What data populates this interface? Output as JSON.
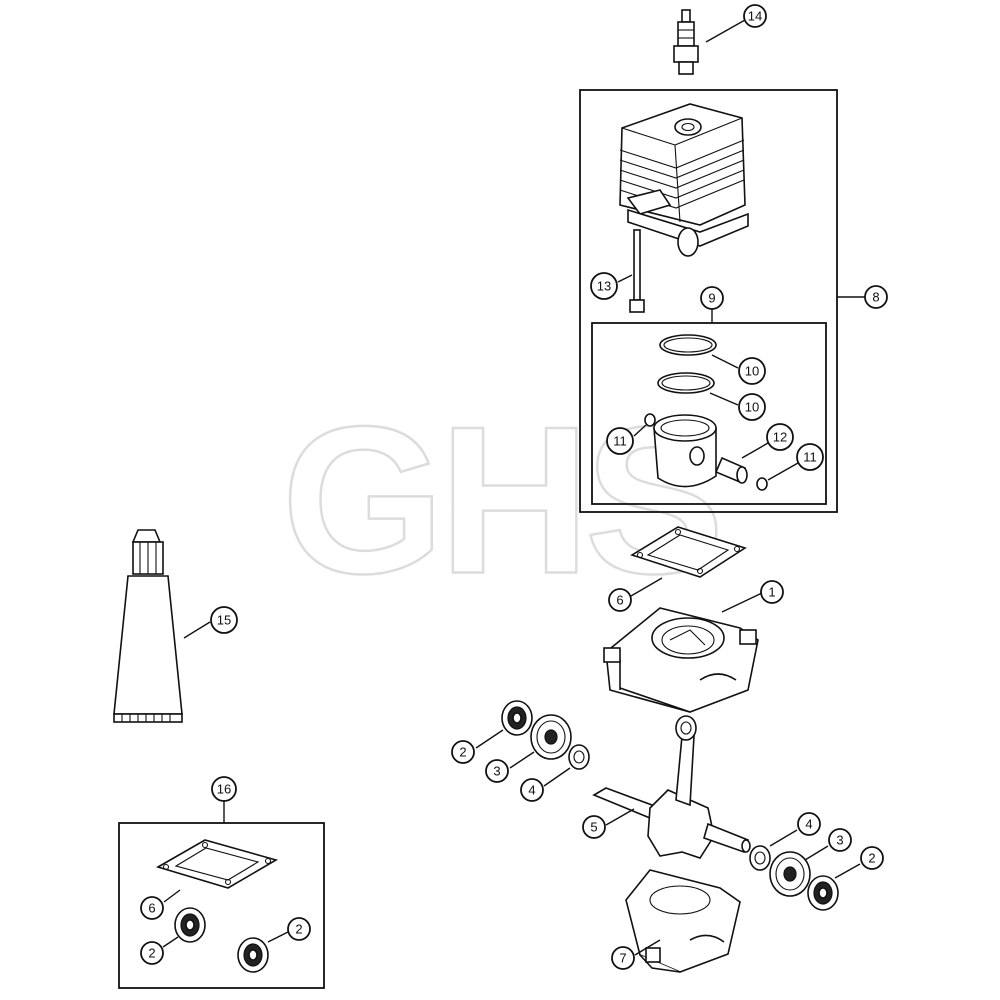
{
  "watermark": {
    "text": "GHS"
  },
  "callouts": {
    "c14": "14",
    "c8": "8",
    "c9": "9",
    "c13": "13",
    "c10a": "10",
    "c10b": "10",
    "c11a": "11",
    "c12": "12",
    "c11b": "11",
    "c6a": "6",
    "c1": "1",
    "c15": "15",
    "c2a": "2",
    "c3a": "3",
    "c4a": "4",
    "c5": "5",
    "c4b": "4",
    "c3b": "3",
    "c2b": "2",
    "c7": "7",
    "c16": "16",
    "c6b": "6",
    "c2c": "2",
    "c2d": "2"
  }
}
